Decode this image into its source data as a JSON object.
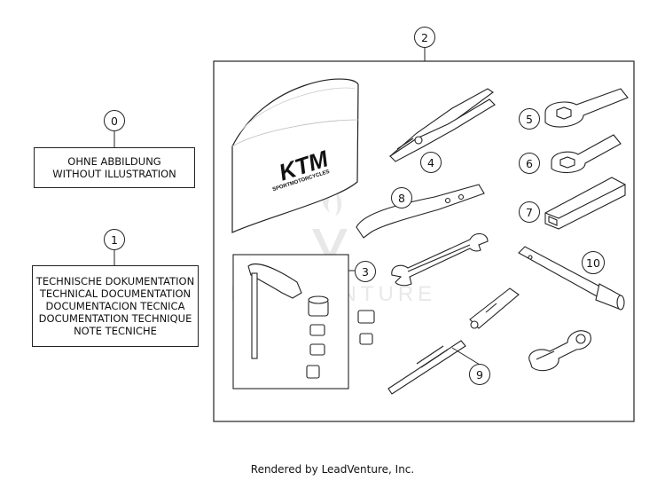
{
  "callouts": {
    "c0": "0",
    "c1": "1",
    "c2": "2",
    "c3": "3",
    "c4": "4",
    "c5": "5",
    "c6": "6",
    "c7": "7",
    "c8": "8",
    "c9": "9",
    "c10": "10"
  },
  "box0": {
    "line1": "OHNE ABBILDUNG",
    "line2": "WITHOUT ILLUSTRATION"
  },
  "box1": {
    "line1": "TECHNISCHE DOKUMENTATION",
    "line2": "TECHNICAL DOCUMENTATION",
    "line3": "DOCUMENTACION TECNICA",
    "line4": "DOCUMENTATION TECHNIQUE",
    "line5": "NOTE TECNICHE"
  },
  "pouch": {
    "brand": "KTM",
    "tagline": "SPORTMOTORCYCLES"
  },
  "watermark": "LEADVENTURE",
  "footer": "Rendered by LeadVenture, Inc."
}
